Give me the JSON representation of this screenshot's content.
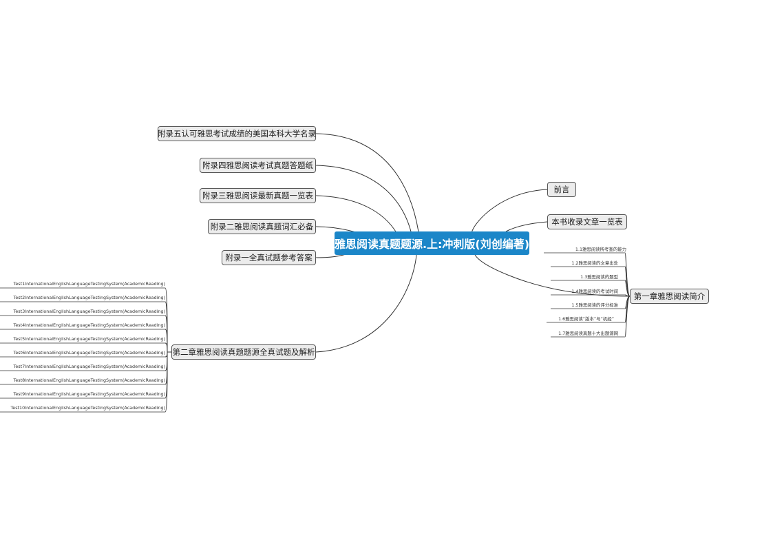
{
  "central": "雅思阅读真题题源.上:冲刺版(刘创编著)",
  "left_branches": [
    "附录五认可雅思考试成绩的美国本科大学名录",
    "附录四雅思阅读考试真题答题纸",
    "附录三雅思阅读最新真题一览表",
    "附录二雅思阅读真题词汇必备",
    "附录一全真试题参考答案",
    "第二章雅思阅读真题题源全真试题及解析"
  ],
  "chapter2_children": [
    "Test1InternationalEnglishLanguageTestingSystem(AcademicReading)",
    "Test2InternationalEnglishLanguageTestingSystem(AcademicReading)",
    "Test3InternationalEnglishLanguageTestingSystem(AcademicReading)",
    "Test4InternationalEnglishLanguageTestingSystem(AcademicReading)",
    "Test5InternationalEnglishLanguageTestingSystem(AcademicReading)",
    "Test6InternationalEnglishLanguageTestingSystem(AcademicReading)",
    "Test7InternationalEnglishLanguageTestingSystem(AcademicReading)",
    "Test8InternationalEnglishLanguageTestingSystem(AcademicReading)",
    "Test9InternationalEnglishLanguageTestingSystem(AcademicReading)",
    "Test10InternationalEnglishLanguageTestingSystem(AcademicReading)"
  ],
  "right_branches": [
    "前言",
    "本书收录文章一览表",
    "第一章雅思阅读简介"
  ],
  "chapter1_children": [
    "1.1雅思阅读所考查的能力",
    "1.2雅思阅读的文章出处",
    "1.3雅思阅读的题型",
    "1.4雅思阅读的考试时间",
    "1.5雅思阅读的评分标准",
    "1.6雅思阅读“版本”与“机经”",
    "1.7雅思阅读真题十大出题源网"
  ],
  "colors": {
    "central": "#1b86c8",
    "node_fill": "#ececec",
    "line": "#333333"
  }
}
